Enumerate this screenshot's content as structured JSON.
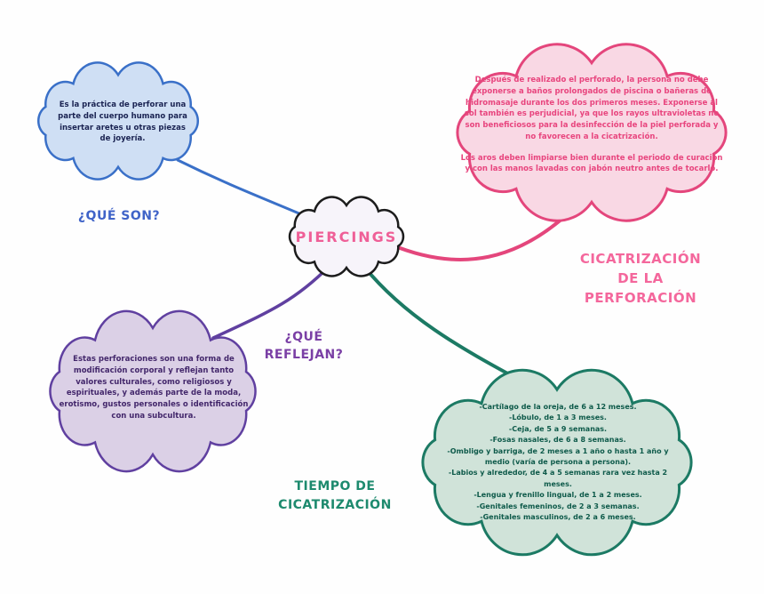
{
  "title": "PIERCINGS",
  "center": {
    "label": "PIERCINGS",
    "fill": "#f7f4fa",
    "stroke": "#1c1c1c",
    "text_color": "#ef5f97"
  },
  "branches": {
    "que_son": {
      "label": "¿QUÉ SON?",
      "label_color": "#3f63c8",
      "fill": "#cfdff4",
      "stroke": "#3a70c8",
      "text_color": "#1a2352",
      "text": "Es la práctica de perforar una parte del cuerpo humano para insertar aretes u otras piezas de joyería."
    },
    "cicatrizacion": {
      "label": "CICATRIZACIÓN DE LA PERFORACIÓN",
      "label_color": "#f4679c",
      "fill": "#f9d8e4",
      "stroke": "#e4467c",
      "text_color": "#e8457e",
      "paragraphs": [
        "Después de realizado el perforado, la persona no debe exponerse a baños prolongados de piscina o bañeras de hidromasaje durante los dos primeros meses. Exponerse al sol también es perjudicial, ya que los rayos ultravioletas no son beneficiosos para la desinfección de la piel perforada y no favorecen a la cicatrización.",
        "Los aros deben limpiarse bien durante el periodo de curación y con las manos lavadas con jabón neutro antes de tocarlo."
      ]
    },
    "que_reflejan": {
      "label": "¿QUÉ REFLEJAN?",
      "label_color": "#7a3fa5",
      "fill": "#dbd0e6",
      "stroke": "#6040a0",
      "text_color": "#43276b",
      "text": "Estas perforaciones son una forma de modificación corporal y reflejan tanto valores culturales, como religiosos y espirituales, y además parte de la moda, erotismo, gustos personales o identificación con una subcultura."
    },
    "tiempo": {
      "label": "TIEMPO DE CICATRIZACIÓN",
      "label_color": "#1d8a6e",
      "fill": "#d0e3d9",
      "stroke": "#1c7a64",
      "text_color": "#0e5a4a",
      "items": [
        "-Cartílago de la oreja, de 6 a 12 meses.",
        "-Lóbulo, de 1 a 3 meses.",
        "-Ceja, de 5 a 9 semanas.",
        "-Fosas nasales, de 6 a 8 semanas.",
        "-Ombligo y barriga, de 2 meses a 1 año o hasta 1 año y medio (varía de persona a persona).",
        "-Labios y alrededor, de 4 a 5 semanas rara vez hasta 2 meses.",
        "-Lengua y frenillo lingual, de 1 a 2 meses.",
        "-Genitales femeninos, de 2 a 3 semanas.",
        "-Genitales masculinos, de 2 a 6 meses."
      ]
    }
  }
}
